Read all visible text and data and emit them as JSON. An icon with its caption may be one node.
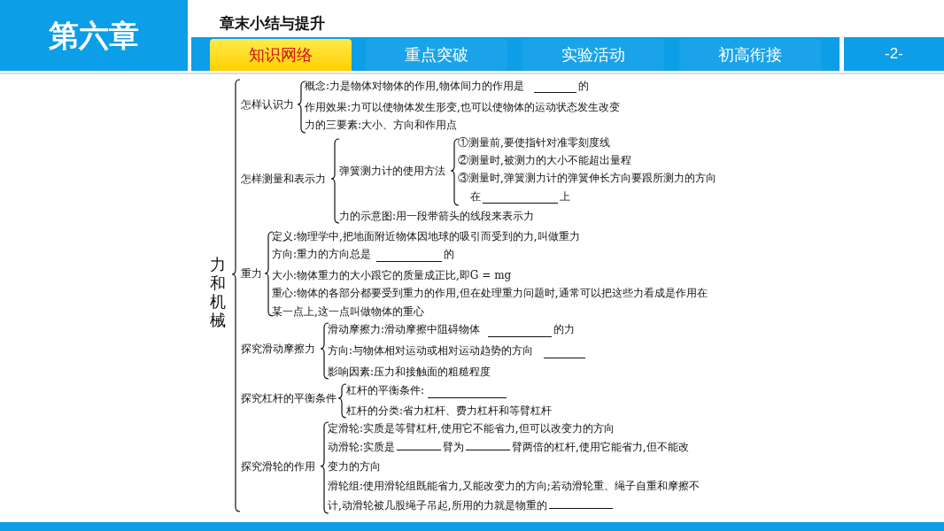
{
  "diagram": {
    "title": "章末小结与提升",
    "labels": [
      "第六章",
      "知识网络",
      "重点突破",
      "实验活动",
      "初高衔接",
      "-2-",
      "力和机械",
      "怎样认识力",
      "概念:力是物体对物体的作用,物体间力的作用是",
      "的",
      "作用效果:力可以使物体发生形变,也可以使物体的运动状态发生改变",
      "力的三要素:大小、方向和作用点",
      "怎样测量和表示力",
      "弹簧测力计的使用方法",
      "①测量前,要使指针对准零刻度线",
      "②测量时,被测力的大小不能超出量程",
      "③测量时,弹簧测力计的弹簧伸长方向要跟所测力的方向",
      "在",
      "上",
      "力的示意图:用一段带箭头的线段来表示力",
      "重力",
      "定义:物理学中,把地面附近物体因地球的吸引而受到的力,叫做重力",
      "方向:重力的方向总是",
      "的",
      "大小:物体重力的大小跟它的质量成正比,即G = mg",
      "重心:物体的各部分都要受到重力的作用,但在处理重力问题时,通常可以把这些力看成是作用在某一点上,这一点叫做物体的重心",
      "探究滑动摩擦力",
      "滑动摩擦力:滑动摩擦中阻碍物体",
      "的力",
      "方向:与物体相对运动或相对运动趋势的方向",
      "影响因素:压力和接触面的粗糙程度",
      "探究杠杆的平衡条件",
      "杠杆的平衡条件:",
      "杠杆的分类:省力杠杆、费力杠杆和等臂杠杆",
      "探究滑轮的作用",
      "定滑轮:实质是等臂杠杆,使用它不能省力,但可以改变力的方向",
      "动滑轮:实质是",
      "臂为",
      "臂两倍的杠杆,使用它能省力,但不能改变力的方向",
      "滑轮组:使用滑轮组既能省力,又能改变力的方向;若动滑轮重、绳子自重和摩擦不计,动滑轮被几股绳子吊起,所用的力就是物重的"
    ]
  }
}
